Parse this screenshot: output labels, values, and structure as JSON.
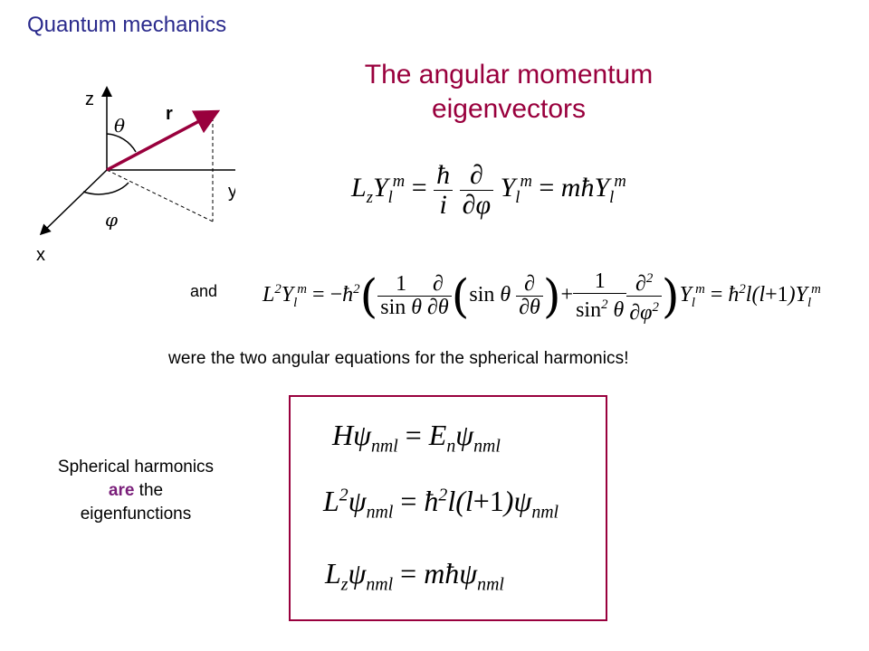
{
  "header": {
    "section_title": "Quantum mechanics"
  },
  "slide": {
    "title_line1": "The angular momentum",
    "title_line2": "eigenvectors"
  },
  "diagram": {
    "axis_z": "z",
    "axis_y": "y",
    "axis_x": "x",
    "vector_label": "r",
    "theta": "θ",
    "phi": "φ"
  },
  "equations": {
    "and_label": "and",
    "note": "were the two angular equations for the spherical harmonics!"
  },
  "caption": {
    "line1": "Spherical harmonics",
    "emph": "are",
    "line2_rest": " the",
    "line3": "eigenfunctions"
  },
  "colors": {
    "title": "#99003d",
    "header": "#2a2a8c",
    "vector": "#99003d",
    "box_border": "#99003d",
    "emphasis": "#7a1f7a"
  }
}
